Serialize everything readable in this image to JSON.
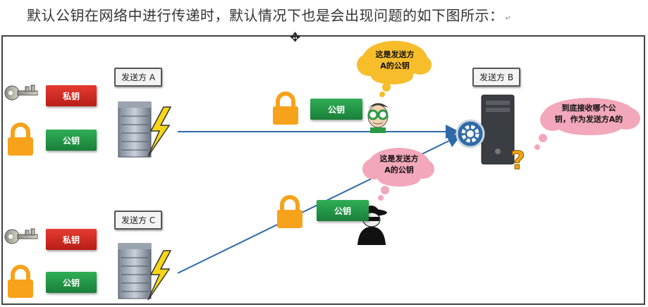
{
  "heading": {
    "text": "默认公钥在网络中进行传递时，默认情况下也是会出现问题的如下图所示：",
    "return_mark": "↵"
  },
  "nodes": {
    "sender_a": "发送方 A",
    "sender_b": "发送方 B",
    "sender_c": "发送方 C"
  },
  "keys": {
    "private_label": "私钥",
    "public_label": "公钥"
  },
  "bubbles": {
    "top": {
      "line1": "这是发送方",
      "line2": "A的公钥"
    },
    "middle": {
      "line1": "这是发送方",
      "line2": "A的公钥"
    },
    "receiver": {
      "line1": "到底接收哪个公",
      "line2": "钥，作为发送方A的"
    }
  },
  "colors": {
    "arrow": "#2f6aa8",
    "private_key": "#d22a22",
    "public_key": "#22934a",
    "lock": "#f7a21b",
    "bubble": "#f2a7ba",
    "question": "#f2a413",
    "bubble_yellow": "#f7bd2a"
  }
}
